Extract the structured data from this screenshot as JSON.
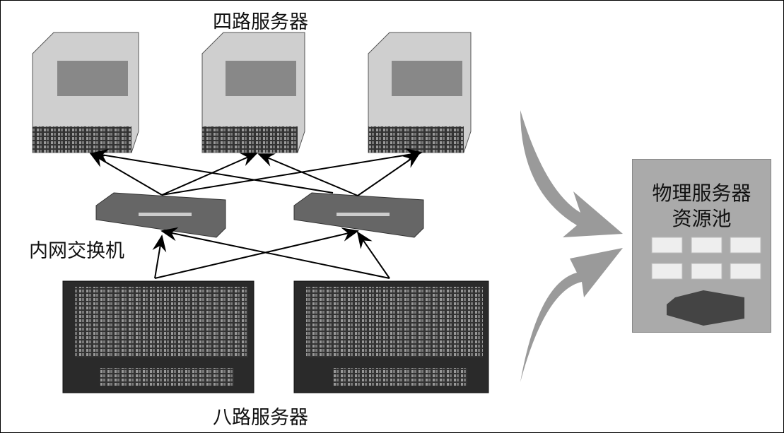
{
  "labels": {
    "four_way": "四路服务器",
    "switch": "内网交换机",
    "eight_way": "八路服务器",
    "pool_line1": "物理服务器",
    "pool_line2": "资源池"
  },
  "colors": {
    "arrow": "#000000",
    "big_arrow": "#9a9a9a",
    "pool_bg": "#aaaaaa"
  }
}
